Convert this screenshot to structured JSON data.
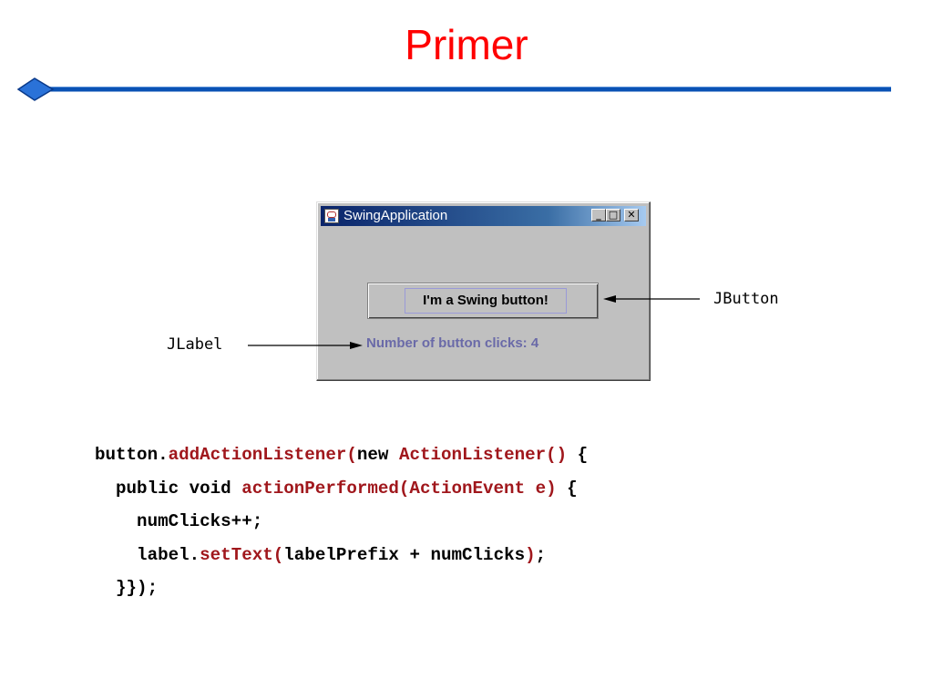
{
  "slide": {
    "title": "Primer",
    "accent_color": "#ff0000",
    "rule_color": "#0a52b4"
  },
  "window": {
    "title": "SwingApplication",
    "app_icon": "java-cup-icon",
    "controls": {
      "minimize": "_",
      "maximize": "□",
      "close": "✕"
    },
    "button_label": "I'm a Swing button!",
    "label_text": "Number of button clicks: 4"
  },
  "callouts": {
    "button": "JButton",
    "label": "JLabel"
  },
  "code": {
    "lines": [
      [
        {
          "t": "button.",
          "hl": false
        },
        {
          "t": "addActionListener(",
          "hl": true
        },
        {
          "t": "new ",
          "hl": false
        },
        {
          "t": "ActionListener()",
          "hl": true
        },
        {
          "t": " {",
          "hl": false
        }
      ],
      [
        {
          "t": "  public void ",
          "hl": false
        },
        {
          "t": "actionPerformed(ActionEvent e)",
          "hl": true
        },
        {
          "t": " {",
          "hl": false
        }
      ],
      [
        {
          "t": "    numClicks++;",
          "hl": false
        }
      ],
      [
        {
          "t": "    label.",
          "hl": false
        },
        {
          "t": "setText(",
          "hl": true
        },
        {
          "t": "labelPrefix + numClicks",
          "hl": false
        },
        {
          "t": ")",
          "hl": true
        },
        {
          "t": ";",
          "hl": false
        }
      ],
      [
        {
          "t": "  }});",
          "hl": false
        }
      ]
    ]
  }
}
